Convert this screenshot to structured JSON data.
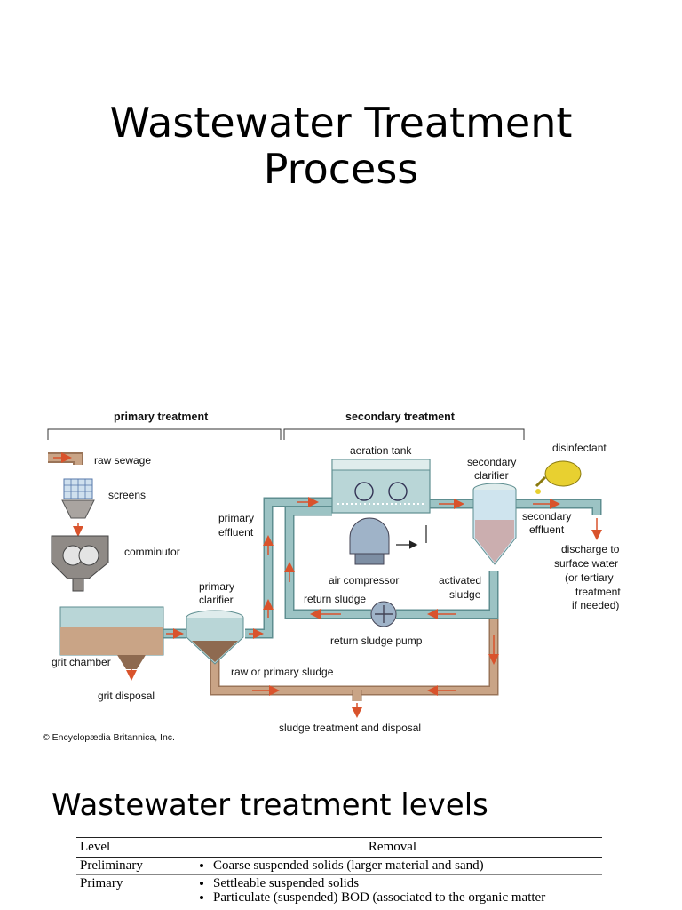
{
  "slide": {
    "title_line1": "Wastewater Treatment",
    "title_line2": "Process"
  },
  "diagram": {
    "headers": {
      "primary": "primary treatment",
      "secondary": "secondary treatment"
    },
    "labels": {
      "raw_sewage": "raw sewage",
      "screens": "screens",
      "comminutor": "comminutor",
      "grit_chamber": "grit chamber",
      "grit_disposal": "grit disposal",
      "primary_clarifier_1": "primary",
      "primary_clarifier_2": "clarifier",
      "primary_effluent_1": "primary",
      "primary_effluent_2": "effluent",
      "aeration_tank": "aeration tank",
      "air_compressor": "air compressor",
      "return_sludge": "return sludge",
      "return_sludge_pump": "return sludge pump",
      "secondary_clarifier_1": "secondary",
      "secondary_clarifier_2": "clarifier",
      "activated_sludge_1": "activated",
      "activated_sludge_2": "sludge",
      "disinfectant": "disinfectant",
      "secondary_effluent_1": "secondary",
      "secondary_effluent_2": "effluent",
      "discharge_1": "discharge to",
      "discharge_2": "surface water",
      "discharge_3": "(or tertiary",
      "discharge_4": "treatment",
      "discharge_5": "if needed)",
      "raw_primary_sludge": "raw or primary sludge",
      "sludge_treatment": "sludge treatment and disposal"
    },
    "copyright": "© Encyclopædia Britannica, Inc.",
    "colors": {
      "pipe": "#9cc3c4",
      "pipe_edge": "#5e8e90",
      "sludge_pipe": "#c9a486",
      "sludge_edge": "#9a7458",
      "flow_arrow": "#d9532c",
      "tank": "#b9d6d7",
      "sludge_fill": "#8e6a50",
      "disinfectant": "#e8d030"
    }
  },
  "levels": {
    "heading": "Wastewater treatment levels",
    "columns": {
      "level": "Level",
      "removal": "Removal"
    },
    "rows": [
      {
        "level": "Preliminary",
        "items": [
          "Coarse suspended solids (larger material and sand)"
        ]
      },
      {
        "level": "Primary",
        "items": [
          "Settleable suspended solids",
          "Particulate (suspended) BOD (associated to the organic matter"
        ]
      }
    ]
  }
}
